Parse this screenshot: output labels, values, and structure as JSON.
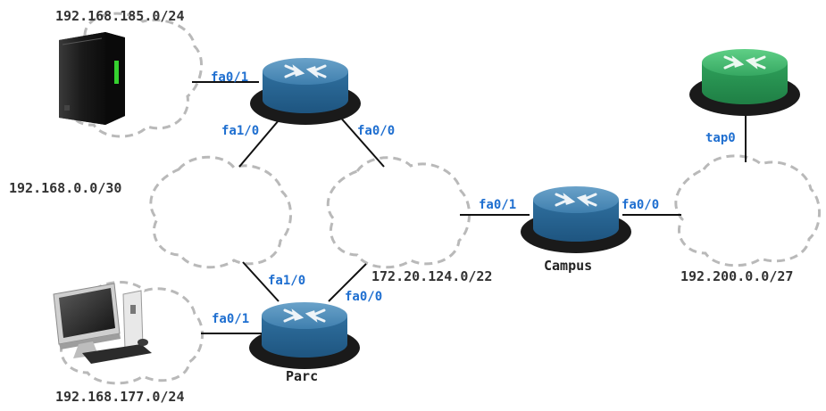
{
  "colors": {
    "link": "#111111",
    "cloud_stroke": "#b9b9b9",
    "iface_label": "#1f6fd0",
    "router_blue": "#2f6f9e",
    "router_green": "#2ea05a"
  },
  "routers": {
    "top": {
      "name": "",
      "color": "blue"
    },
    "parc": {
      "name": "Parc",
      "color": "blue"
    },
    "campus": {
      "name": "Campus",
      "color": "blue"
    },
    "external": {
      "name": "",
      "color": "green"
    }
  },
  "networks": {
    "server_lan": "192.168.185.0/24",
    "link_net": "192.168.0.0/30",
    "backbone": "172.20.124.0/22",
    "external_net": "192.200.0.0/27",
    "desktop_lan": "192.168.177.0/24"
  },
  "interfaces": {
    "top_fa01": "fa0/1",
    "top_fa10": "fa1/0",
    "top_fa00": "fa0/0",
    "parc_fa10": "fa1/0",
    "parc_fa00": "fa0/0",
    "parc_fa01": "fa0/1",
    "campus_fa01": "fa0/1",
    "campus_fa00": "fa0/0",
    "external_tap0": "tap0"
  },
  "devices": {
    "server": {
      "icon": "server-tower-icon"
    },
    "desktop": {
      "icon": "desktop-computer-icon"
    }
  }
}
